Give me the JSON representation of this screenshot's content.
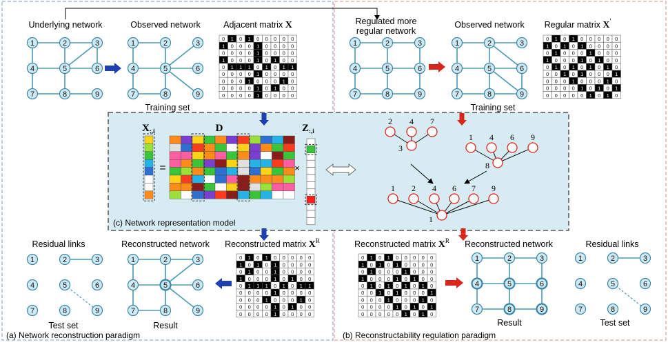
{
  "panel_a": {
    "caption": "(a) Network reconstruction paradigm",
    "underlying_network": "Underlying network",
    "observed_network": "Observed network",
    "adjacent_matrix": "Adjacent matrix",
    "adjacent_matrix_symbol": "X",
    "training_set": "Training set",
    "residual_links": "Residual links",
    "reconstructed_network": "Reconstructed network",
    "reconstructed_matrix": "Reconstructed matrix",
    "reconstructed_matrix_symbol": "X",
    "reconstructed_matrix_sup": "R",
    "test_set": "Test set",
    "result": "Result"
  },
  "panel_b": {
    "caption": "(b) Reconstructability regulation paradigm",
    "regulated_network": [
      "Regulated more",
      "regular network"
    ],
    "observed_network": "Observed network",
    "regular_matrix": "Regular matrix",
    "regular_matrix_symbol": "X",
    "regular_matrix_prime": "'",
    "training_set": "Training set",
    "reconstructed_matrix": "Reconstructed matrix",
    "reconstructed_matrix_symbol": "X",
    "reconstructed_matrix_sup": "R",
    "reconstructed_network": "Reconstructed network",
    "residual_links": "Residual links",
    "result": "Result",
    "test_set": "Test set"
  },
  "panel_c": {
    "caption": "(c) Network representation model",
    "x_label": "X",
    "x_sub": ":,i",
    "d_label": "D",
    "z_label": "Z",
    "z_sub": ":,i",
    "equals": "=",
    "times": "×",
    "tree1_root": "3",
    "tree1_leaves": [
      "2",
      "4",
      "7"
    ],
    "tree2_root": "8",
    "tree2_leaves": [
      "1",
      "4",
      "6",
      "9"
    ],
    "tree3_root": "1",
    "tree3_leaves": [
      "1",
      "2",
      "4",
      "6",
      "7",
      "9"
    ]
  },
  "node_labels": [
    "1",
    "2",
    "3",
    "4",
    "5",
    "6",
    "7",
    "8",
    "9"
  ],
  "matrices": {
    "adjacent": [
      [
        "0",
        "1",
        "0",
        "1",
        "0",
        "0",
        "0",
        "0",
        "0"
      ],
      [
        "1",
        "0",
        "0",
        "0",
        "1",
        "0",
        "0",
        "0",
        "0"
      ],
      [
        "0",
        "0",
        "0",
        "0",
        "1",
        "0",
        "0",
        "0",
        "0"
      ],
      [
        "1",
        "0",
        "0",
        "0",
        "1",
        "0",
        "1",
        "0",
        "0"
      ],
      [
        "0",
        "1",
        "1",
        "1",
        "0",
        "1",
        "0",
        "1",
        "1"
      ],
      [
        "0",
        "0",
        "0",
        "0",
        "1",
        "0",
        "0",
        "0",
        "0"
      ],
      [
        "0",
        "0",
        "0",
        "1",
        "0",
        "0",
        "0",
        "1",
        "0"
      ],
      [
        "0",
        "0",
        "0",
        "0",
        "1",
        "0",
        "1",
        "0",
        "0"
      ],
      [
        "0",
        "0",
        "0",
        "0",
        "1",
        "0",
        "0",
        "0",
        "0"
      ]
    ],
    "regular": [
      [
        "0",
        "1",
        "0",
        "1",
        "0",
        "0",
        "0",
        "0",
        "0"
      ],
      [
        "1",
        "0",
        "1",
        "0",
        "1",
        "0",
        "0",
        "0",
        "0"
      ],
      [
        "0",
        "1",
        "0",
        "0",
        "0",
        "1",
        "0",
        "0",
        "0"
      ],
      [
        "1",
        "0",
        "0",
        "0",
        "1",
        "0",
        "1",
        "0",
        "0"
      ],
      [
        "0",
        "1",
        "0",
        "1",
        "0",
        "1",
        "0",
        "1",
        "0"
      ],
      [
        "0",
        "0",
        "1",
        "0",
        "1",
        "0",
        "0",
        "0",
        "1"
      ],
      [
        "0",
        "0",
        "0",
        "1",
        "0",
        "0",
        "0",
        "1",
        "0"
      ],
      [
        "0",
        "0",
        "0",
        "0",
        "1",
        "0",
        "1",
        "0",
        "1"
      ],
      [
        "0",
        "0",
        "0",
        "0",
        "0",
        "1",
        "0",
        "1",
        "0"
      ]
    ],
    "reconstructed_a": [
      [
        "0",
        "1",
        "0",
        "1",
        "0",
        "0",
        "0",
        "0",
        "0"
      ],
      [
        "1",
        "0",
        "1",
        "0",
        "1",
        "0",
        "0",
        "0",
        "0"
      ],
      [
        "0",
        "1",
        "0",
        "0",
        "1",
        "0",
        "0",
        "0",
        "0"
      ],
      [
        "1",
        "0",
        "0",
        "0",
        "1",
        "0",
        "1",
        "0",
        "0"
      ],
      [
        "0",
        "1",
        "1",
        "1",
        "0",
        "1",
        "0",
        "1",
        "1"
      ],
      [
        "0",
        "0",
        "0",
        "0",
        "1",
        "0",
        "0",
        "0",
        "0"
      ],
      [
        "0",
        "0",
        "0",
        "1",
        "0",
        "0",
        "0",
        "1",
        "0"
      ],
      [
        "0",
        "0",
        "0",
        "0",
        "1",
        "0",
        "1",
        "0",
        "0"
      ],
      [
        "0",
        "0",
        "0",
        "0",
        "1",
        "0",
        "0",
        "0",
        "0"
      ]
    ],
    "reconstructed_b": [
      [
        "0",
        "1",
        "0",
        "1",
        "0",
        "0",
        "0",
        "0",
        "0"
      ],
      [
        "1",
        "0",
        "1",
        "0",
        "1",
        "0",
        "0",
        "0",
        "0"
      ],
      [
        "0",
        "1",
        "0",
        "0",
        "0",
        "1",
        "0",
        "0",
        "0"
      ],
      [
        "1",
        "0",
        "0",
        "0",
        "1",
        "0",
        "1",
        "0",
        "0"
      ],
      [
        "0",
        "1",
        "0",
        "1",
        "0",
        "1",
        "0",
        "1",
        "0"
      ],
      [
        "0",
        "0",
        "1",
        "0",
        "1",
        "0",
        "0",
        "0",
        "1"
      ],
      [
        "0",
        "0",
        "0",
        "1",
        "0",
        "0",
        "0",
        "1",
        "0"
      ],
      [
        "0",
        "0",
        "0",
        "0",
        "1",
        "0",
        "1",
        "0",
        "1"
      ],
      [
        "0",
        "0",
        "0",
        "0",
        "0",
        "1",
        "0",
        "1",
        "0"
      ]
    ]
  },
  "colors": {
    "node_fill": "#cfe9f4",
    "node_stroke": "#3a86a8",
    "edge": "#4a98b5",
    "arrow_blue": "#1f3fb0",
    "arrow_red": "#d9261c",
    "frame_blue": "#7d95cf",
    "frame_red": "#e58a8a",
    "model_fill": "#d6ebf2",
    "tree_node": "#e0241c"
  }
}
